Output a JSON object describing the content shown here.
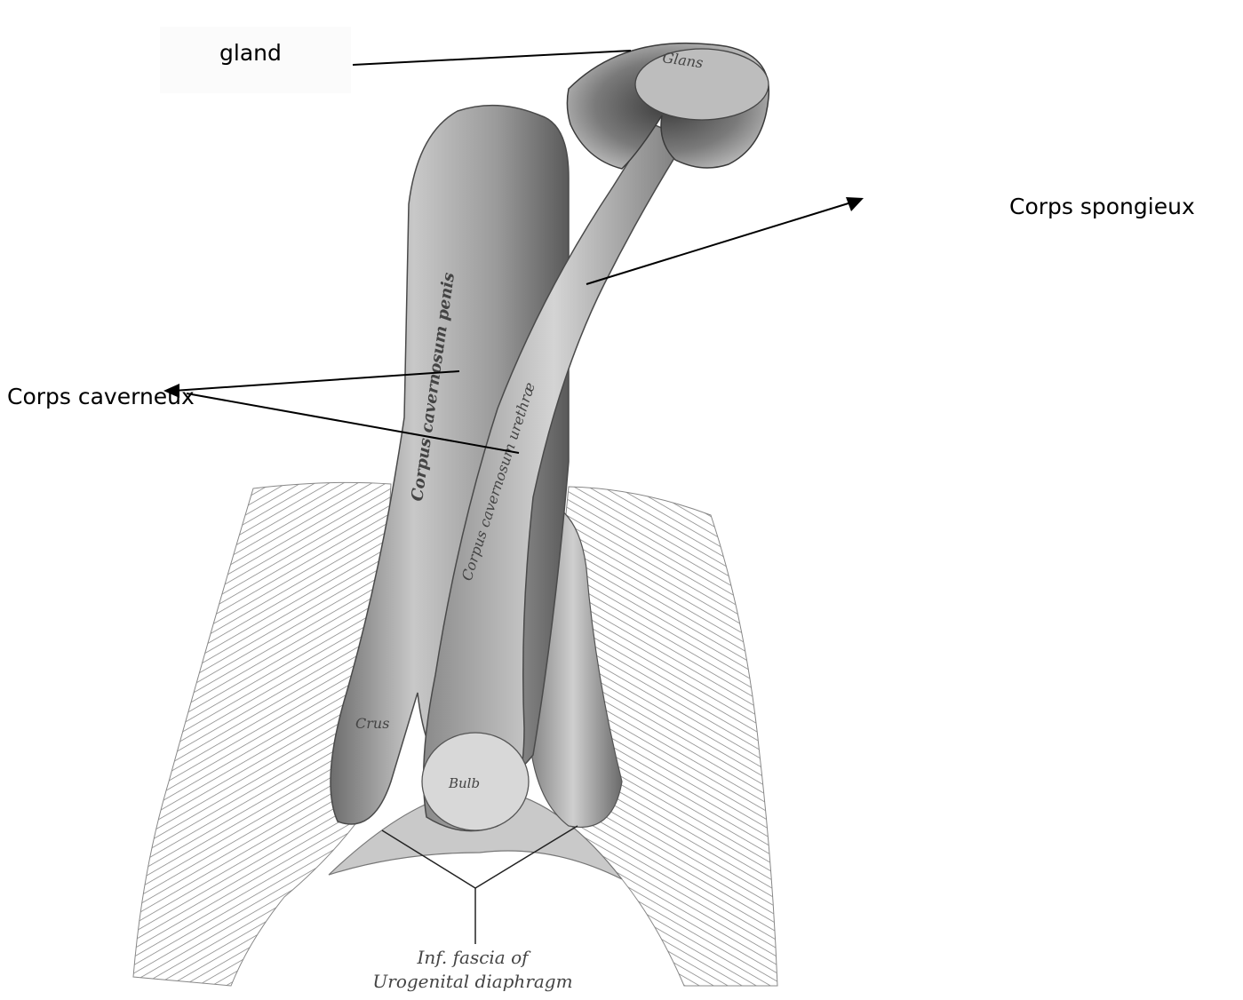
{
  "labels": {
    "gland": "gland",
    "corps_spongieux": "Corps  spongieux",
    "corps_caverneux": "Corps caverneux"
  },
  "figure_text": {
    "glans": "Glans",
    "corpus_cavernosum_penis": "Corpus cavernosum penis",
    "corpus_cavernosum_urethrae": "Corpus cavernosum urethræ",
    "crus": "Crus",
    "bulb": "Bulb",
    "fascia_line1": "Inf. fascia of",
    "fascia_line2": "Urogenital diaphragm"
  },
  "colors": {
    "text": "#000000",
    "engraving_dark": "#555555",
    "engraving_mid": "#8f8f8f",
    "engraving_light": "#c9c9c9"
  }
}
